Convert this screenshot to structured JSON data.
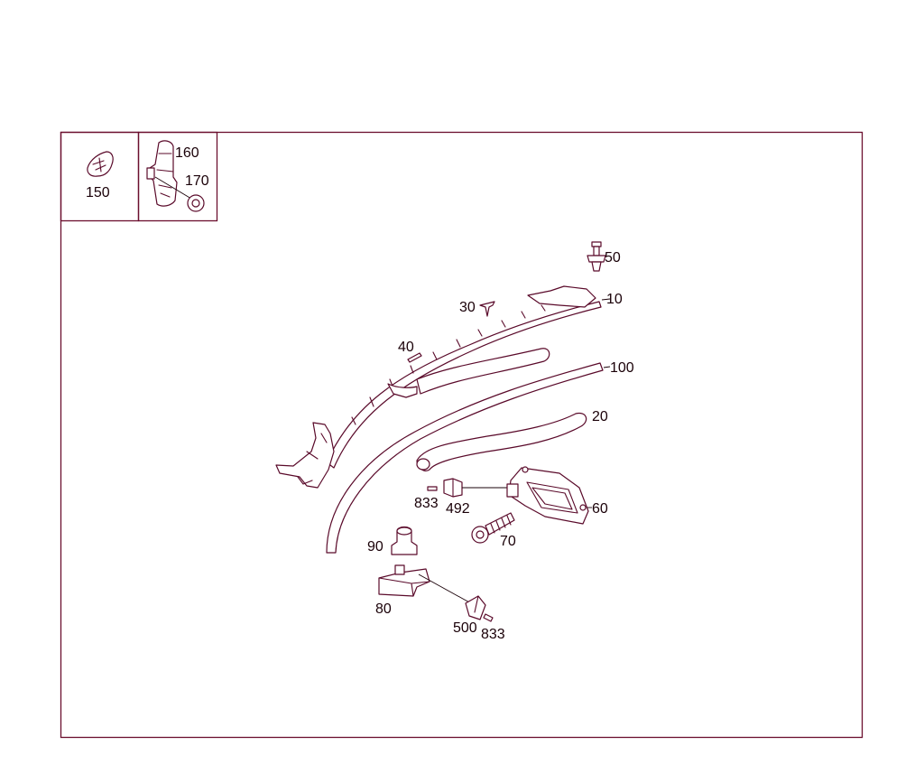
{
  "colors": {
    "frame": "#6b0f2e",
    "outline": "#5a0a2a",
    "text": "#1a0008"
  },
  "callouts": {
    "p150": "150",
    "p160": "160",
    "p170": "170",
    "p50": "50",
    "p10": "10",
    "p30": "30",
    "p40": "40",
    "p100": "100",
    "p20": "20",
    "p833a": "833",
    "p492": "492",
    "p60": "60",
    "p70": "70",
    "p90": "90",
    "p80": "80",
    "p500": "500",
    "p833b": "833"
  }
}
